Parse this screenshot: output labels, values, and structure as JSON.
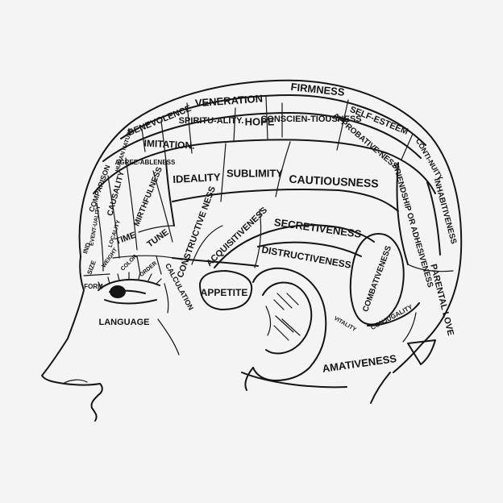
{
  "diagram": {
    "regions": [
      {
        "id": "firmness",
        "label": "FIRMNESS"
      },
      {
        "id": "veneration",
        "label": "VENERATION"
      },
      {
        "id": "benevolence",
        "label": "BENEVOLENCE"
      },
      {
        "id": "self-esteem",
        "label": "SELF-ESTEEM"
      },
      {
        "id": "continuity",
        "label": "CONTI-NUITY"
      },
      {
        "id": "spirituality",
        "label": "SPIRITU-ALITY."
      },
      {
        "id": "hope",
        "label": "HOPE"
      },
      {
        "id": "conscientiousness",
        "label": "CONSCIEN-TIOUSNESS"
      },
      {
        "id": "approbativeness",
        "label": "APPROBATIVE-NESS."
      },
      {
        "id": "imitation",
        "label": "IMITATION."
      },
      {
        "id": "human-nature",
        "label": "HUMAN NATURE"
      },
      {
        "id": "agreeableness",
        "label": "AGREE-ABLENESS"
      },
      {
        "id": "comparison",
        "label": "COMPARISON"
      },
      {
        "id": "ideality",
        "label": "IDEALITY"
      },
      {
        "id": "sublimity",
        "label": "SUBLIMITY"
      },
      {
        "id": "cautiousness",
        "label": "CAUTIOUSNESS"
      },
      {
        "id": "inhabitiveness",
        "label": "INHABITIVENESS"
      },
      {
        "id": "friendship",
        "label": "FRIENDSHIP OR ADHESIVENESS"
      },
      {
        "id": "causality",
        "label": "CAUSALITY"
      },
      {
        "id": "mirthfulness",
        "label": "MIRTHFULNESS"
      },
      {
        "id": "individuality",
        "label": "IND"
      },
      {
        "id": "eventuality",
        "label": "EVENT-UALITY"
      },
      {
        "id": "locality",
        "label": "LOCALITY"
      },
      {
        "id": "time",
        "label": "TIME"
      },
      {
        "id": "tune",
        "label": "TUNE"
      },
      {
        "id": "constructiveness",
        "label": "CONSTRUCTIVE NESS"
      },
      {
        "id": "acquisitiveness",
        "label": "ACQUISITIVENESS"
      },
      {
        "id": "secretiveness",
        "label": "SECRETIVENESS"
      },
      {
        "id": "destructiveness",
        "label": "DISTRUCTIVENESS"
      },
      {
        "id": "combativeness",
        "label": "COMBATIVENESS"
      },
      {
        "id": "parental-love",
        "label": "PARENTAL LOVE"
      },
      {
        "id": "size",
        "label": "SIZE"
      },
      {
        "id": "weight",
        "label": "WEIGHT"
      },
      {
        "id": "color",
        "label": "COLOR"
      },
      {
        "id": "order",
        "label": "ORDER"
      },
      {
        "id": "calculation",
        "label": "CALCULATION"
      },
      {
        "id": "form",
        "label": "FORM"
      },
      {
        "id": "appetite",
        "label": "APPETITE"
      },
      {
        "id": "vitality",
        "label": "VITALITY"
      },
      {
        "id": "conjugality",
        "label": "CONJUGALITY"
      },
      {
        "id": "language",
        "label": "LANGUAGE"
      },
      {
        "id": "amativeness",
        "label": "AMATIVENESS"
      }
    ]
  }
}
